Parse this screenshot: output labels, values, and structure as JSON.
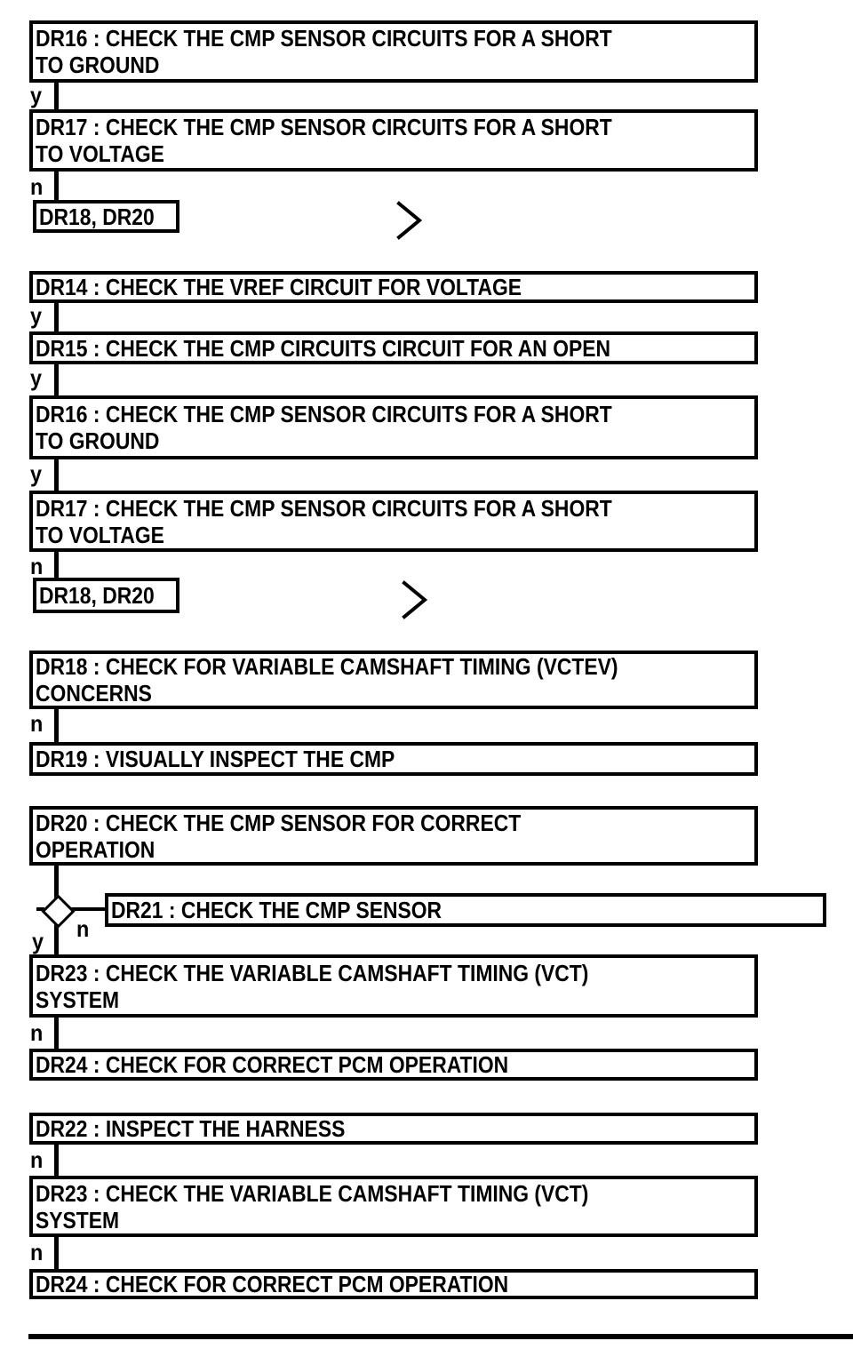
{
  "palette": {
    "ink": "#000000",
    "paper": "#ffffff"
  },
  "labels": {
    "yes": "y",
    "no": "n"
  },
  "icons": {
    "next_page_chevron": ">"
  },
  "nodes": {
    "dr16_top": {
      "lines": [
        "DR16 : CHECK THE CMP SENSOR CIRCUITS FOR A SHORT",
        "TO GROUND"
      ]
    },
    "dr17_top": {
      "lines": [
        "DR17 : CHECK THE CMP SENSOR CIRCUITS FOR A SHORT",
        "TO VOLTAGE"
      ]
    },
    "goto_top": {
      "lines": [
        "DR18, DR20"
      ]
    },
    "dr14": {
      "lines": [
        "DR14 : CHECK THE VREF CIRCUIT FOR VOLTAGE"
      ]
    },
    "dr15": {
      "lines": [
        "DR15 : CHECK THE CMP CIRCUITS CIRCUIT FOR AN OPEN"
      ]
    },
    "dr16_mid": {
      "lines": [
        "DR16 : CHECK THE CMP SENSOR CIRCUITS FOR A SHORT",
        "TO GROUND"
      ]
    },
    "dr17_mid": {
      "lines": [
        "DR17 : CHECK THE CMP SENSOR CIRCUITS FOR A SHORT",
        "TO VOLTAGE"
      ]
    },
    "goto_mid": {
      "lines": [
        "DR18, DR20"
      ]
    },
    "dr18": {
      "lines": [
        "DR18 : CHECK FOR VARIABLE CAMSHAFT TIMING (VCTEV)",
        "CONCERNS"
      ]
    },
    "dr19": {
      "lines": [
        "DR19 : VISUALLY INSPECT THE CMP"
      ]
    },
    "dr20": {
      "lines": [
        "DR20 : CHECK THE CMP SENSOR FOR CORRECT",
        "OPERATION"
      ]
    },
    "dr21": {
      "lines": [
        "DR21 : CHECK THE CMP SENSOR"
      ]
    },
    "dr23_a": {
      "lines": [
        "DR23 : CHECK THE VARIABLE CAMSHAFT TIMING (VCT)",
        "SYSTEM"
      ]
    },
    "dr24_a": {
      "lines": [
        "DR24 : CHECK FOR CORRECT PCM OPERATION"
      ]
    },
    "dr22": {
      "lines": [
        "DR22 : INSPECT THE HARNESS"
      ]
    },
    "dr23_b": {
      "lines": [
        "DR23 : CHECK THE VARIABLE CAMSHAFT TIMING (VCT)",
        "SYSTEM"
      ]
    },
    "dr24_b": {
      "lines": [
        "DR24 : CHECK FOR CORRECT PCM OPERATION"
      ]
    }
  }
}
